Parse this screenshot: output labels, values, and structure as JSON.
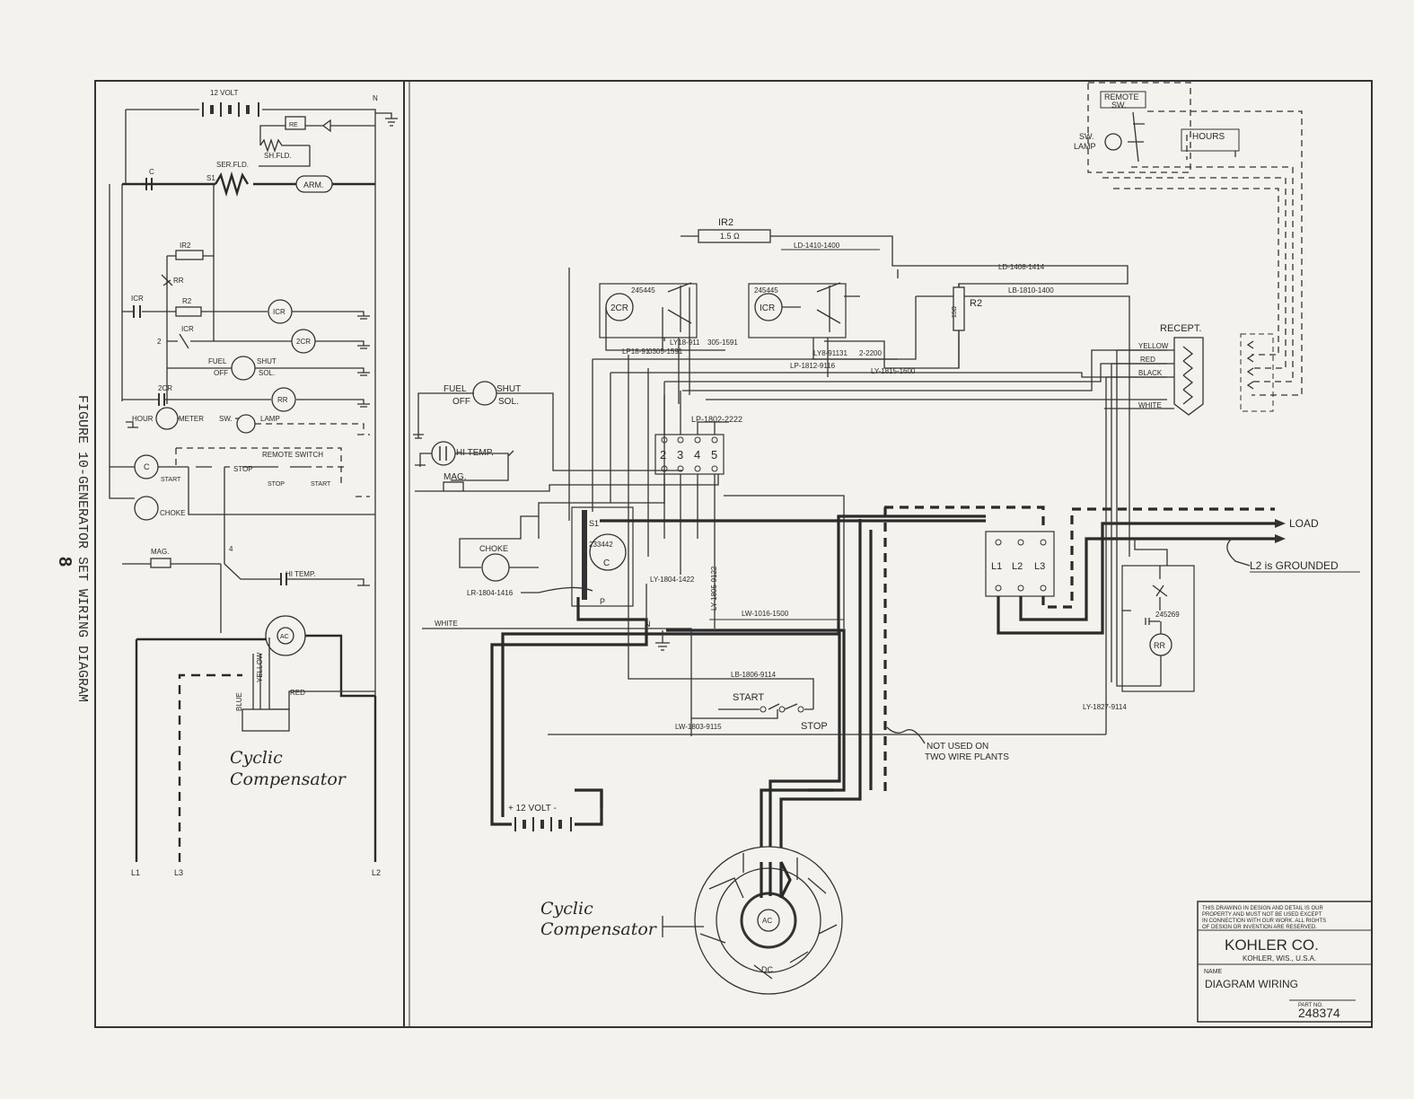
{
  "side_caption": "FIGURE 10-GENERATOR SET WIRING DIAGRAM",
  "page_number": "8",
  "left": {
    "battery": "12 VOLT",
    "n": "N",
    "c": "C",
    "ser_fld": "SER.FLD.",
    "s1": "S1",
    "sh_fld": "SH.FLD.",
    "arm": "ARM.",
    "ir2": "IR2",
    "rr": "RR",
    "icr": "ICR",
    "r2": "R2",
    "icr_coil": "ICR",
    "two": "2",
    "icr_contact": "ICR",
    "twocr_coil": "2CR",
    "fuel_off": "FUEL OFF",
    "shut_sol": "SHUT SOL.",
    "twocr": "2CR",
    "rr_coil": "RR",
    "hour": "HOUR",
    "meter": "METER",
    "sw": "SW.",
    "lamp": "LAMP",
    "c_coil": "C",
    "start": "START",
    "stop": "STOP",
    "remote_switch": "REMOTE SWITCH",
    "rs_stop": "STOP",
    "rs_start": "START",
    "choke": "CHOKE",
    "mag": "MAG.",
    "four": "4",
    "hi_temp": "HI TEMP.",
    "ac": "AC",
    "yellow": "YELLOW",
    "blue": "BLUE",
    "red": "RED",
    "cyclic1": "Cyclic",
    "cyclic2": "Compensator",
    "l1": "L1",
    "l3": "L3",
    "l2": "L2"
  },
  "main": {
    "ir2": "IR2",
    "ir2_val": "1.5 Ω",
    "ld1410": "LD-1410-1400",
    "ld1408": "LD-1408-1414",
    "lb1810": "LB-1810-1400",
    "r2": "R2",
    "r2_val": "15Ω",
    "relay2cr_no": "245445",
    "relay2cr": "2CR",
    "relay1cr_no": "245445",
    "relay1cr": "ICR",
    "ly18": "LY18-911",
    "lp18": "LP18-91",
    "w305_1591": "305-1591",
    "w0305": "0305-1591",
    "ly8": "LY8-91131",
    "w2200": "2-2200",
    "lp1812": "LP-1812-9116",
    "ly1815": "LY-1815-1600",
    "recept": "RECEPT.",
    "yellow": "YELLOW",
    "red": "RED",
    "black": "BLACK",
    "white": "WHITE",
    "fuel_off": "FUEL OFF",
    "shut_sol": "SHUT SOL.",
    "hi_temp": "HI TEMP.",
    "mag": "MAG.",
    "lp1802": "LP-1802-2222",
    "tb2": "2",
    "tb3": "3",
    "tb4": "4",
    "tb5": "5",
    "choke": "CHOKE",
    "s1": "S1",
    "c233442": "233442",
    "c": "C",
    "p": "P",
    "ly1804": "LY-1804-1422",
    "ly1805": "LY-1805-9122",
    "lr1804": "LR-1804-1416",
    "white_lbl": "WHITE",
    "n": "N",
    "lw1016": "LW-1016-1500",
    "l1": "L1",
    "l2": "L2",
    "l3": "L3",
    "load": "LOAD",
    "l2_grounded": "L2 is GROUNDED",
    "r245269": "245269",
    "rr": "RR",
    "ly1827": "LY-1827-9114",
    "lb1806": "LB-1806-9114",
    "start": "START",
    "stop": "STOP",
    "lw1803": "LW-1803-9115",
    "not_used1": "NOT USED ON",
    "not_used2": "TWO WIRE PLANTS",
    "batt": "+ 12 VOLT -",
    "cyclic1": "Cyclic",
    "cyclic2": "Compensator",
    "ac": "AC",
    "dc": "DC",
    "remote_sw1": "REMOTE",
    "remote_sw2": "SW.",
    "sw_lamp1": "SW.",
    "sw_lamp2": "LAMP",
    "hours": "HOURS"
  },
  "title_block": {
    "notice1": "THIS DRAWING IN DESIGN AND DETAIL IS OUR",
    "notice2": "PROPERTY AND MUST NOT BE USED EXCEPT",
    "notice3": "IN CONNECTION WITH OUR WORK. ALL RIGHTS",
    "notice4": "OF DESIGN OR INVENTION ARE RESERVED.",
    "company": "KOHLER CO.",
    "address": "KOHLER, WIS., U.S.A.",
    "name_label": "NAME",
    "name": "DIAGRAM WIRING",
    "part_label": "PART NO.",
    "part": "248374"
  }
}
